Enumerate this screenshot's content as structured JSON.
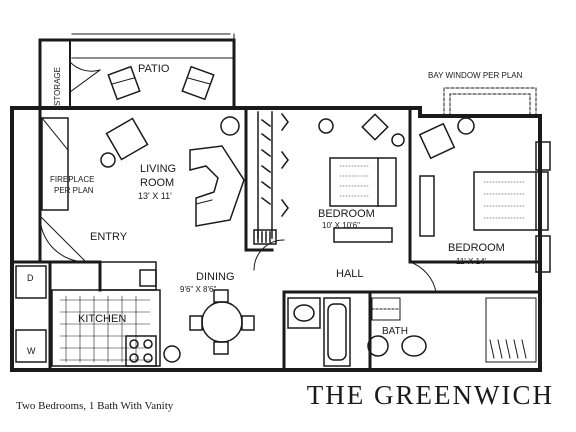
{
  "title": "THE GREENWICH",
  "caption": "Two Bedrooms, 1 Bath With Vanity",
  "rooms": {
    "patio": "PATIO",
    "storage": "STORAGE",
    "bay_window": "BAY WINDOW PER PLAN",
    "living_room": "LIVING",
    "living_room_2": "ROOM",
    "living_size": "13' X 11'",
    "fireplace": "FIREPLACE",
    "fireplace_2": "PER PLAN",
    "bedroom_1": "BEDROOM",
    "bedroom_1_size": "10' X 10'6\"",
    "bedroom_2": "BEDROOM",
    "bedroom_2_size": "11' X 14'",
    "entry": "ENTRY",
    "dining": "DINING",
    "dining_size": "9'6\" X 8'6\"",
    "hall": "HALL",
    "kitchen": "KITCHEN",
    "bath": "BATH",
    "dryer": "D",
    "washer": "W"
  },
  "colors": {
    "ink": "#1a1a1a",
    "paper": "#ffffff"
  }
}
